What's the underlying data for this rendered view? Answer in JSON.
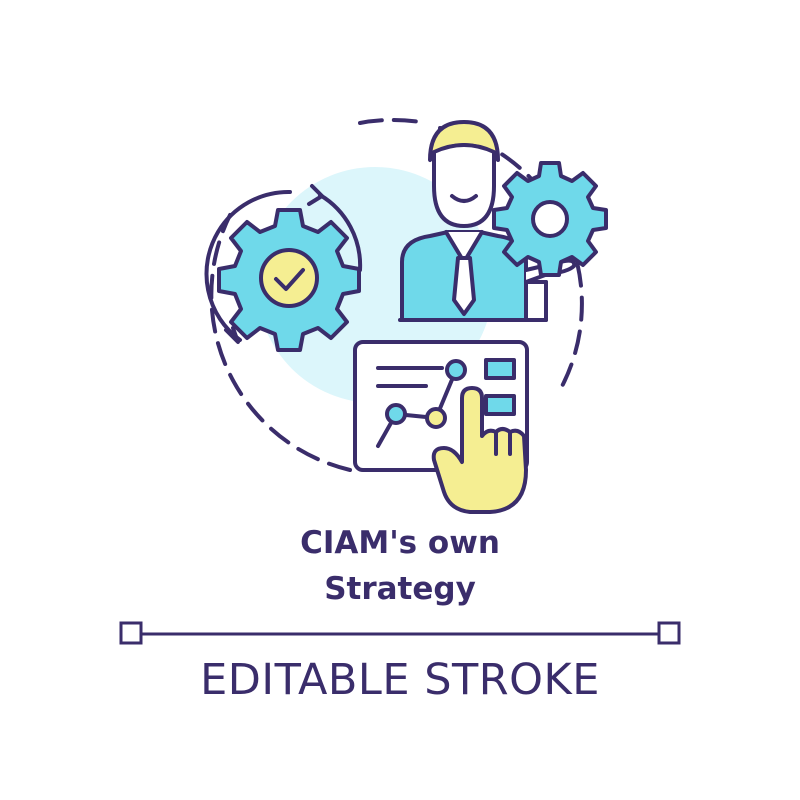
{
  "title": {
    "line1": "CIAM's own",
    "line2": "Strategy"
  },
  "caption": "EDITABLE STROKE",
  "colors": {
    "stroke": "#3a2d6b",
    "accent_cyan": "#6fd9ea",
    "accent_cyan_light": "#dcf6fb",
    "accent_yellow": "#f5ee92",
    "background": "#ffffff"
  },
  "icons": [
    "circular-arrows-icon",
    "gear-check-icon",
    "businessman-icon",
    "gear-icon",
    "dashboard-chart-icon",
    "pointing-hand-icon"
  ]
}
